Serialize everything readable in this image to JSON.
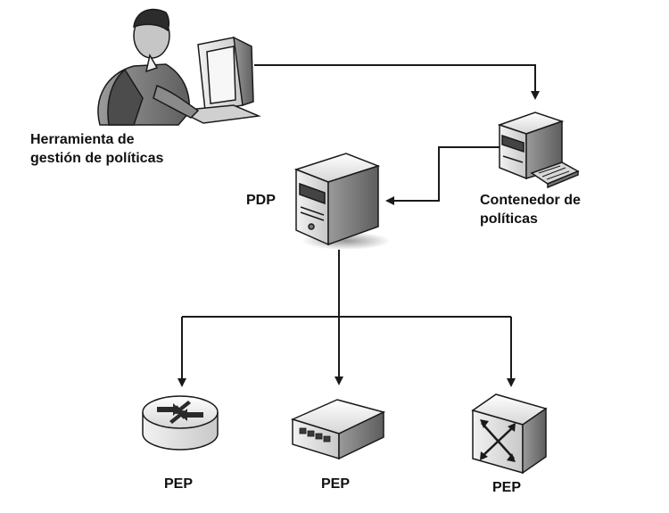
{
  "nodes": {
    "tool": {
      "label_line1": "Herramienta de",
      "label_line2": "gestión de políticas",
      "icon": "person-at-workstation-icon"
    },
    "pdp": {
      "label": "PDP",
      "icon": "server-tower-icon"
    },
    "container": {
      "label_line1": "Contenedor de",
      "label_line2": "políticas",
      "icon": "server-with-keyboard-icon"
    },
    "pep_router": {
      "label": "PEP",
      "icon": "router-icon"
    },
    "pep_appliance": {
      "label": "PEP",
      "icon": "network-appliance-icon"
    },
    "pep_switch": {
      "label": "PEP",
      "icon": "switch-icon"
    }
  },
  "colors": {
    "stroke": "#1a1a1a",
    "fill_light": "#e4e4e4",
    "fill_mid": "#b8b8b8",
    "fill_dark": "#6e6e6e"
  }
}
